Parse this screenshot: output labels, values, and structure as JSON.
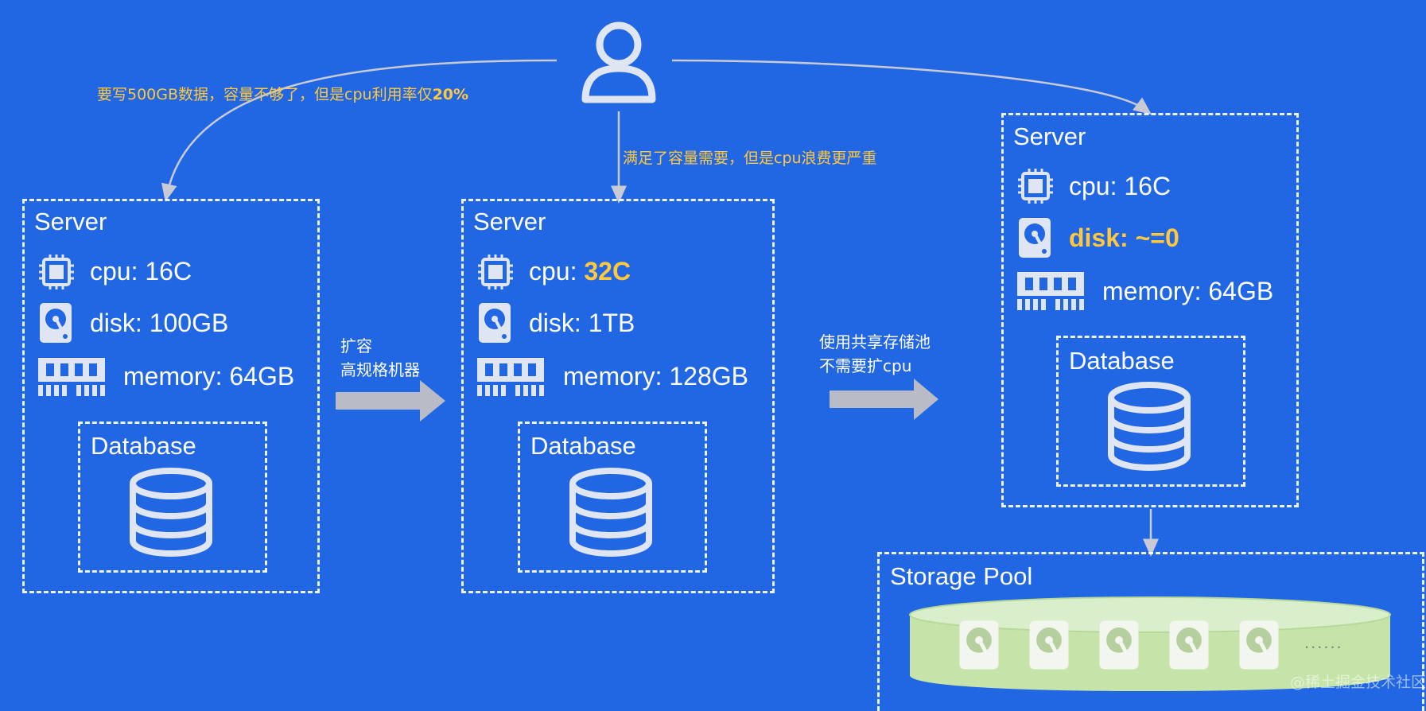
{
  "colors": {
    "background": "#2166e3",
    "highlight": "#ffc83d",
    "pool": "#c6e3a9",
    "arrow": "#b9bcc6"
  },
  "user": {
    "icon": "user-icon"
  },
  "notes": {
    "left": "要写500GB数据，容量不够了，但是cpu利用率仅",
    "left_bold": "20%",
    "middle": "满足了容量需要，但是cpu浪费更严重"
  },
  "arrows": {
    "scale_up_line1": "扩容",
    "scale_up_line2": "高规格机器",
    "shared_line1": "使用共享存储池",
    "shared_line2": "不需要扩cpu"
  },
  "servers": [
    {
      "title": "Server",
      "cpu_label": "cpu: ",
      "cpu_value": "16C",
      "disk_label": "disk: ",
      "disk_value": "100GB",
      "memory": "memory: 64GB",
      "db": "Database"
    },
    {
      "title": "Server",
      "cpu_label": "cpu: ",
      "cpu_value": "32C",
      "disk_label": "disk: ",
      "disk_value": "1TB",
      "memory": "memory: 128GB",
      "db": "Database"
    },
    {
      "title": "Server",
      "cpu_label": "cpu: ",
      "cpu_value": "16C",
      "disk_label": "disk: ",
      "disk_value": "~=0",
      "memory": "memory: 64GB",
      "db": "Database"
    }
  ],
  "storage_pool": {
    "title": "Storage Pool",
    "more": "......"
  },
  "watermark": "@稀土掘金技术社区"
}
